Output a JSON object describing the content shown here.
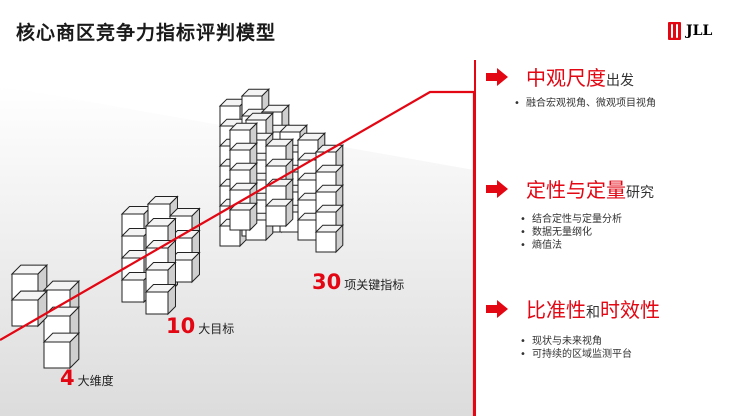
{
  "title": "核心商区竞争力指标评判模型",
  "logo": {
    "text": "JLL",
    "icon": "jll-logo-mark"
  },
  "colors": {
    "accent": "#e30613",
    "text": "#1a1a1a"
  },
  "metrics": [
    {
      "number": "4",
      "label": "大维度"
    },
    {
      "number": "10",
      "label": "大目标"
    },
    {
      "number": "30",
      "label": "项关键指标"
    }
  ],
  "sections": [
    {
      "heading_main": "中观尺度",
      "heading_small": "出发",
      "bullets": [
        "融合宏观视角、微观项目视角"
      ]
    },
    {
      "heading_main": "定性与定量",
      "heading_small": "研究",
      "bullets": [
        "结合定性与定量分析",
        "数据无量纲化",
        "熵值法"
      ]
    },
    {
      "heading_main": "比准性",
      "heading_small": "和",
      "heading_main2": "时效性",
      "bullets": [
        "现状与未来视角",
        "可持续的区域监测平台"
      ]
    }
  ]
}
